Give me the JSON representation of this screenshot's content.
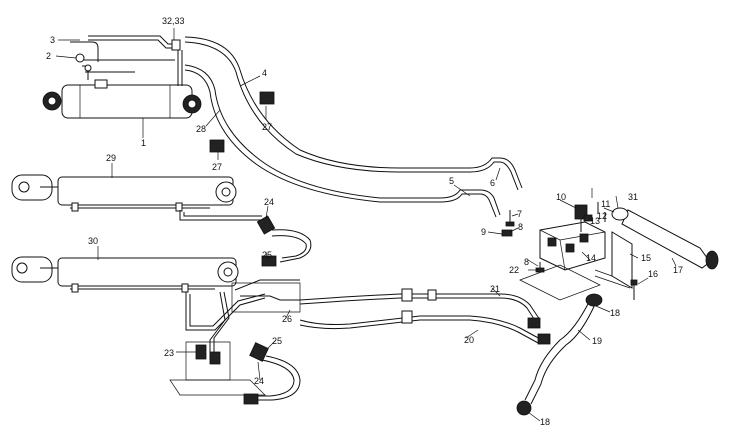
{
  "labels": {
    "l1": "1",
    "l2": "2",
    "l3": "3",
    "l3233": "32,33",
    "l4": "4",
    "l5": "5",
    "l6": "6",
    "l7": "7",
    "l8a": "8",
    "l8b": "8",
    "l9": "9",
    "l10": "10",
    "l11": "11",
    "l12": "12",
    "l13": "13",
    "l14": "14",
    "l15": "15",
    "l16": "16",
    "l17": "17",
    "l18a": "18",
    "l18b": "18",
    "l19": "19",
    "l20": "20",
    "l21": "21",
    "l22": "22",
    "l23": "23",
    "l24a": "24",
    "l24b": "24",
    "l25a": "25",
    "l25b": "25",
    "l26": "26",
    "l27a": "27",
    "l27b": "27",
    "l28": "28",
    "l29": "29",
    "l30": "30",
    "l31": "31"
  }
}
